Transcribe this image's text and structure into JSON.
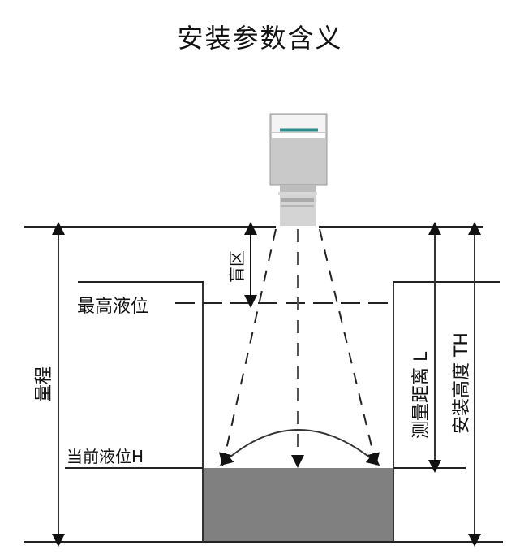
{
  "title": "安装参数含义",
  "labels": {
    "blind_zone": "盲区",
    "max_level": "最高液位",
    "current_level": "当前液位H",
    "range": "量程",
    "measured_distance": "测量距离 L",
    "install_height": "安装高度 TH"
  },
  "icons": {
    "sensor": "ultrasonic-sensor-icon",
    "liquid": "liquid-fill"
  },
  "colors": {
    "line": "#222222",
    "liquid": "#808080",
    "sensor_body": "#c8c8c8",
    "sensor_accent": "#2e8b8b"
  }
}
